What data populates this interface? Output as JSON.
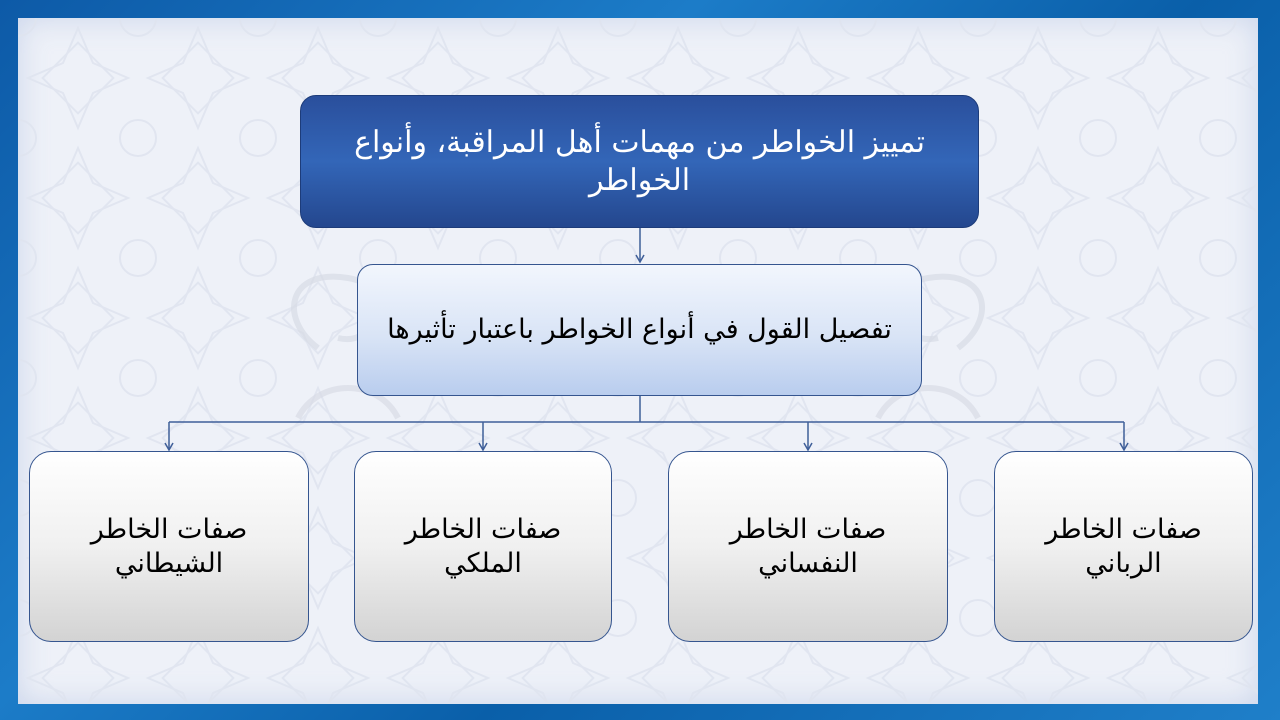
{
  "diagram": {
    "root": "تمييز الخواطر من مهمات أهل المراقبة، وأنواع الخواطر",
    "sub": "تفصيل القول في أنواع الخواطر باعتبار تأثيرها",
    "leaves": [
      "صفات الخاطر الشيطاني",
      "صفات الخاطر الملكي",
      "صفات الخاطر النفساني",
      "صفات الخاطر الرباني"
    ]
  },
  "colors": {
    "frame": "#1c7cc8",
    "root_fill": "#2f5aa8",
    "connector": "#3f5f99"
  }
}
